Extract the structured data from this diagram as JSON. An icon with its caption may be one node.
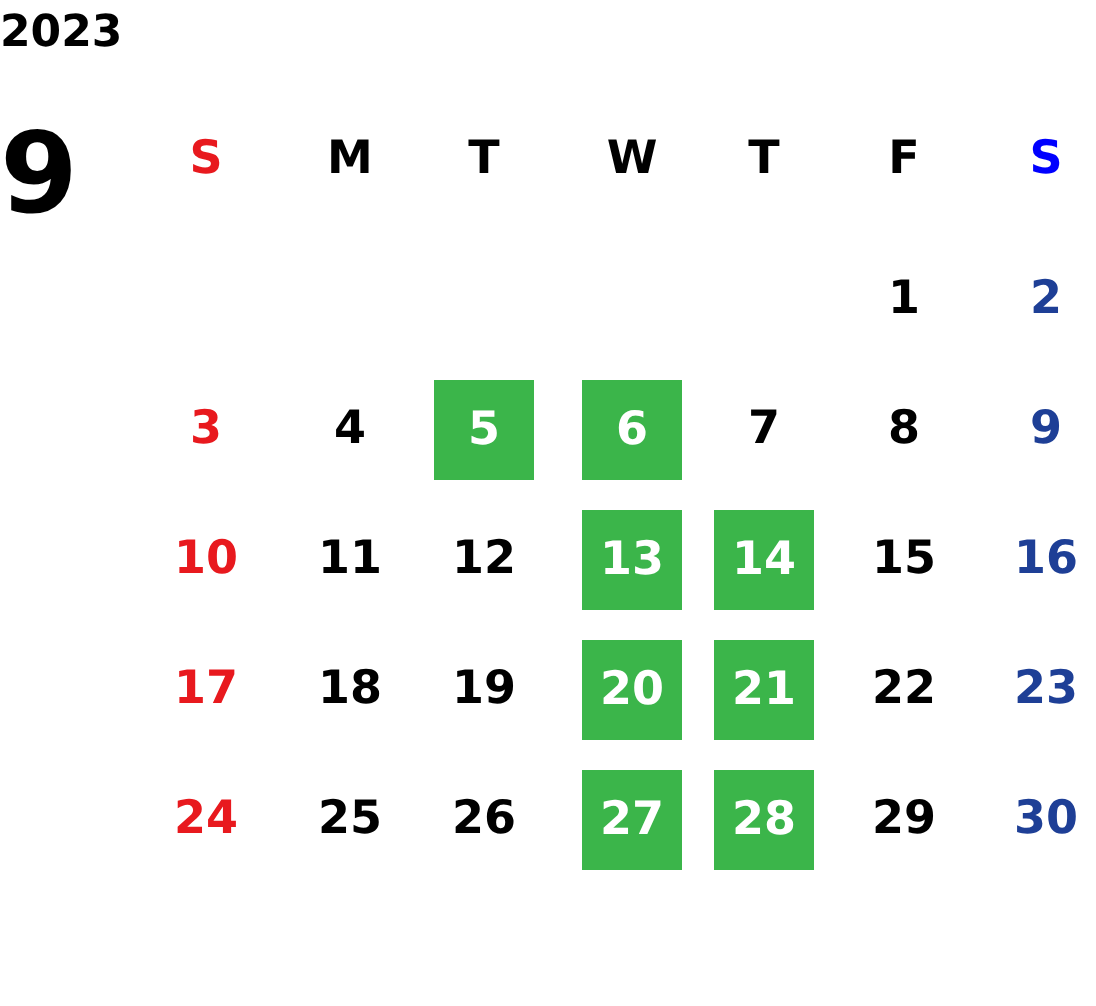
{
  "diagram": {
    "nodes": [
      {
        "text": [
          "5"
        ]
      },
      {
        "text": [
          "6"
        ]
      },
      {
        "text": [
          "13"
        ]
      },
      {
        "text": [
          "14"
        ]
      },
      {
        "text": [
          "20"
        ]
      },
      {
        "text": [
          "21"
        ]
      },
      {
        "text": [
          "27"
        ]
      },
      {
        "text": [
          "28"
        ]
      }
    ],
    "labels": [
      "2023",
      "9",
      "S",
      "M",
      "T",
      "W",
      "T",
      "F",
      "S",
      "1",
      "2",
      "3",
      "4",
      "7",
      "8",
      "9",
      "10",
      "11",
      "12",
      "15",
      "16",
      "17",
      "18",
      "19",
      "22",
      "23",
      "24",
      "25",
      "26",
      "29",
      "30"
    ]
  }
}
